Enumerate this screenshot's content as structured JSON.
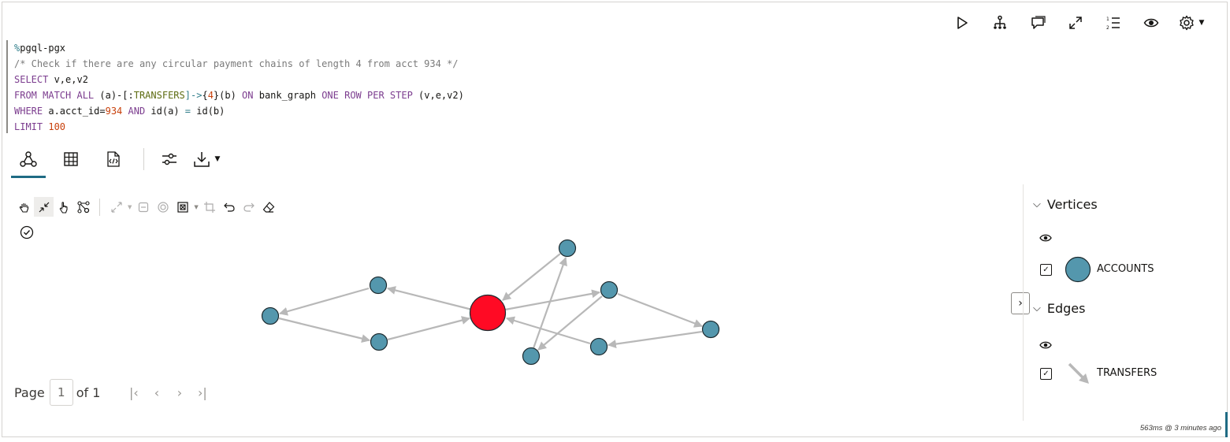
{
  "toolbar": {
    "icons": [
      "run-icon",
      "hierarchy-icon",
      "comment-icon",
      "expand-icon",
      "numbered-list-icon",
      "eye-icon",
      "gear-icon"
    ]
  },
  "code": {
    "line1_magic": "%",
    "line1_rest": "pgql-pgx",
    "line2_comment": "/* Check if there are any circular payment chains of length 4 from acct 934 */",
    "line3_kw": "SELECT",
    "line3_rest": " v,e,v2",
    "line4_kw1": "FROM MATCH ALL",
    "line4_a": " (a)-[:",
    "line4_label": "TRANSFERS",
    "line4_b": "]->",
    "line4_c": "{",
    "line4_num": "4",
    "line4_d": "}(b) ",
    "line4_kw2": "ON",
    "line4_e": " bank_graph ",
    "line4_kw3": "ONE ROW PER STEP",
    "line4_f": " (v,e,v2)",
    "line5_kw": "WHERE",
    "line5_a": " a.acct_id=",
    "line5_num": "934",
    "line5_kw2": " AND",
    "line5_b": " id(a) ",
    "line5_op": "=",
    "line5_c": " id(b)",
    "line6_kw": "LIMIT",
    "line6_num": " 100"
  },
  "pager": {
    "page_label": "Page",
    "current_page": "1",
    "of_label": "of 1"
  },
  "legend": {
    "vertices_title": "Vertices",
    "vertex_label": "ACCOUNTS",
    "edges_title": "Edges",
    "edge_label": "TRANSFERS"
  },
  "colors": {
    "vertex": "#5497ad",
    "highlight_vertex": "#ff0a24",
    "edge": "#b8b8b8",
    "accent": "#1f6b84"
  },
  "status": "563ms @ 3 minutes ago"
}
